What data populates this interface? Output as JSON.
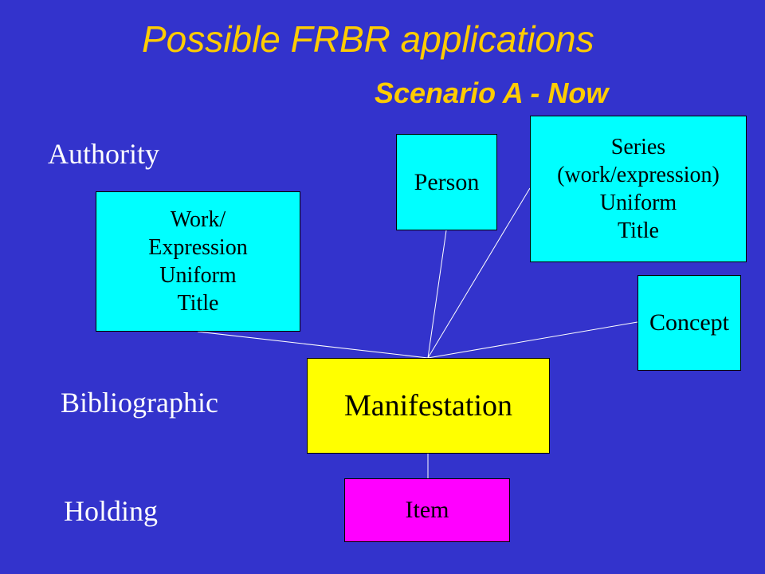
{
  "title": "Possible FRBR applications",
  "subtitle": "Scenario A - Now",
  "levels": {
    "authority": "Authority",
    "bibliographic": "Bibliographic",
    "holding": "Holding"
  },
  "nodes": {
    "work": {
      "lines": [
        "Work/",
        "Expression",
        "Uniform",
        "Title"
      ],
      "color": "#00ffff"
    },
    "person": {
      "lines": [
        "Person"
      ],
      "color": "#00ffff"
    },
    "series": {
      "lines": [
        "Series",
        "(work/expression)",
        "Uniform",
        "Title"
      ],
      "color": "#00ffff"
    },
    "concept": {
      "lines": [
        "Concept"
      ],
      "color": "#00ffff"
    },
    "manifestation": {
      "lines": [
        "Manifestation"
      ],
      "color": "#ffff00"
    },
    "item": {
      "lines": [
        "Item"
      ],
      "color": "#ff00ff"
    }
  },
  "colors": {
    "background": "#3333cc",
    "title": "#ffcc00"
  }
}
